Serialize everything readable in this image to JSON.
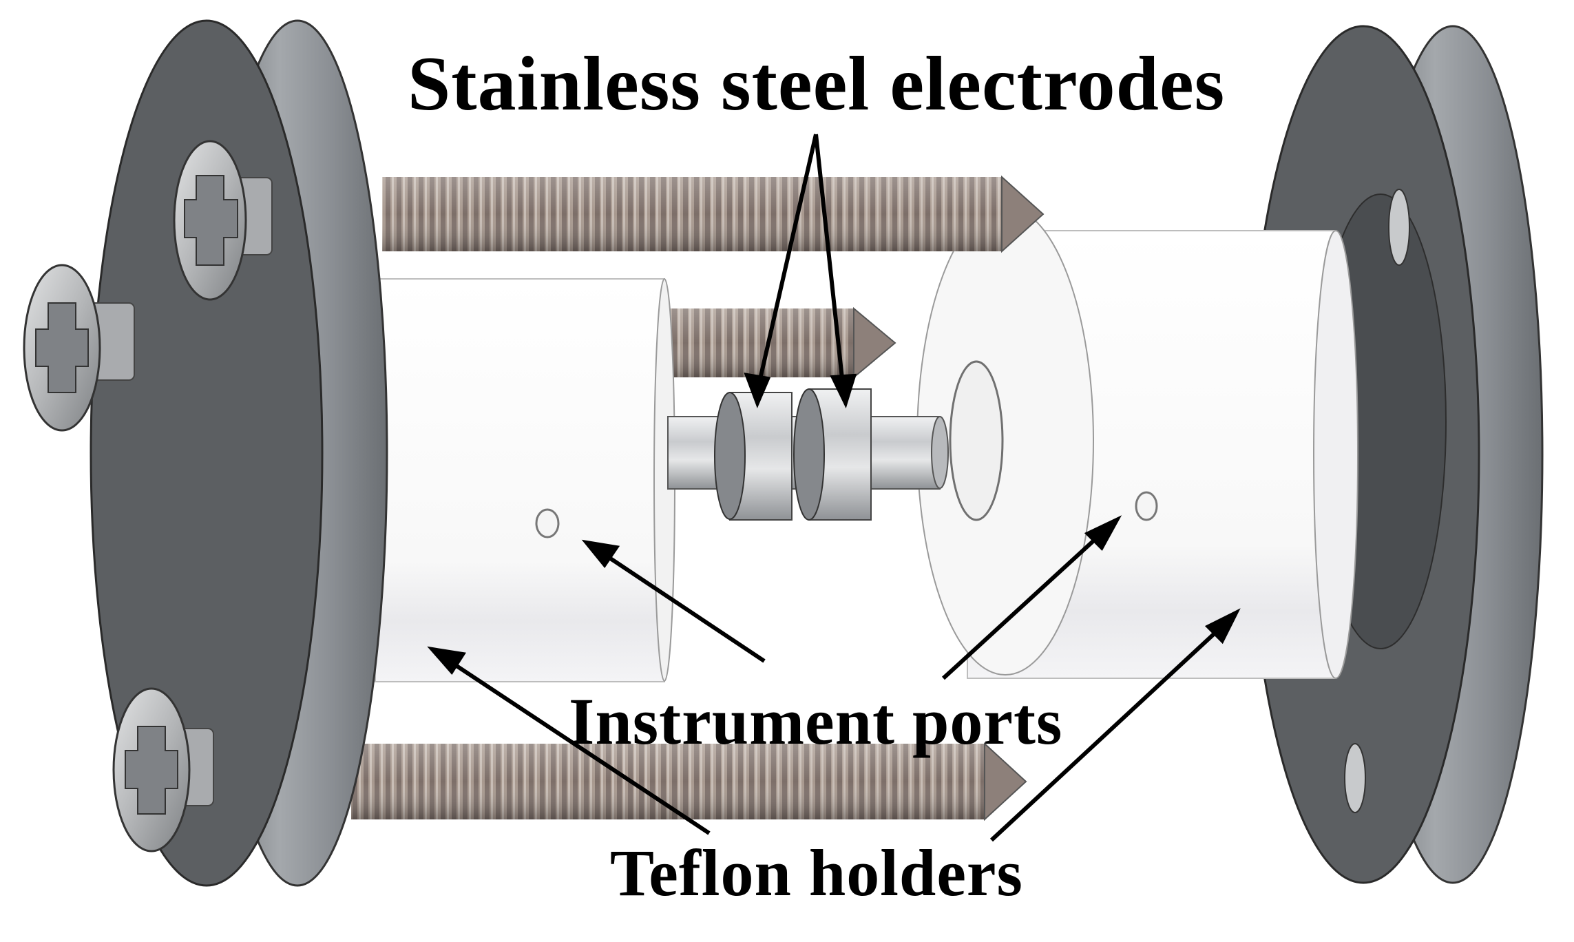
{
  "labels": {
    "electrodes": "Stainless steel electrodes",
    "ports": "Instrument ports",
    "holders": "Teflon holders"
  },
  "colors": {
    "flange_face": "#5c5f62",
    "flange_rim": "#8d9196",
    "rod": "#9c8f8a",
    "teflon": "#f6f6f6",
    "electrode": "#d8dadc",
    "text": "#000000"
  }
}
